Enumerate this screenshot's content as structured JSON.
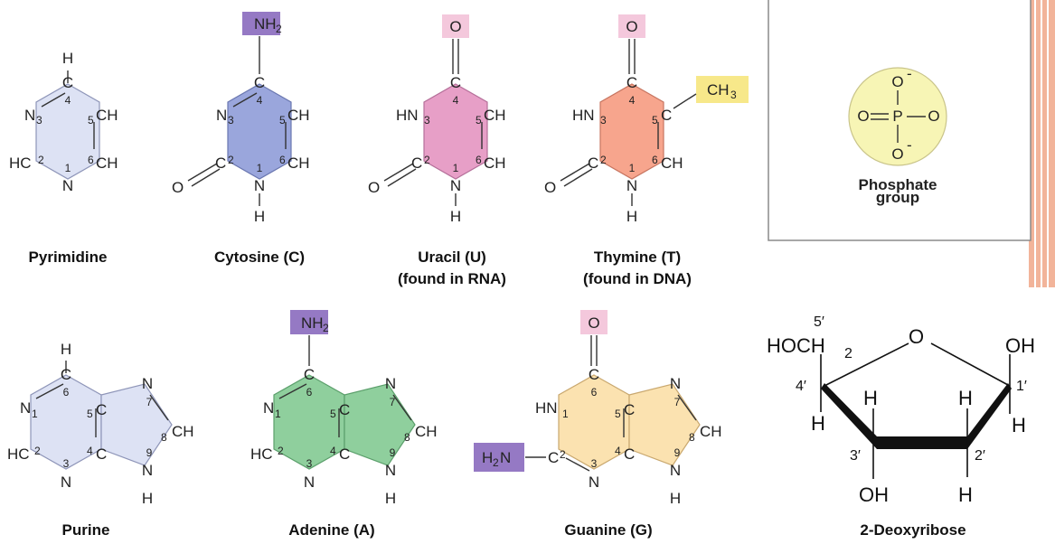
{
  "colors": {
    "pyrimidine": "#dde2f4",
    "cytosine": "#9aa6dc",
    "uracil": "#e79fc7",
    "thymine": "#f7a58d",
    "purine": "#dde2f4",
    "adenine": "#8fcf9d",
    "guanine": "#fbe2b0",
    "nh2_box": "#9579c4",
    "o_box": "#f4c8dc",
    "ch3_box": "#f7e88a",
    "phosphate": "#f7f5b5",
    "stripe": "#f2b49a"
  },
  "labels": {
    "pyrimidine": "Pyrimidine",
    "cytosine": "Cytosine (C)",
    "uracil": "Uracil (U)",
    "uracil_note": "(found in RNA)",
    "thymine": "Thymine (T)",
    "thymine_note": "(found in DNA)",
    "purine": "Purine",
    "adenine": "Adenine (A)",
    "guanine": "Guanine (G)",
    "deoxyribose": "2-Deoxyribose",
    "phosphate_line1": "Phosphate",
    "phosphate_line2": "group"
  },
  "groups": {
    "nh2": "NH",
    "nh2_sub": "2",
    "h2n": "H",
    "h2n_sub": "2",
    "h2n_tail": "N",
    "o": "O",
    "ch3": "CH",
    "ch3_sub": "3"
  },
  "atoms": {
    "h": "H",
    "c": "C",
    "n": "N",
    "o": "O",
    "ch": "CH",
    "hc": "HC",
    "hn": "HN",
    "p": "P",
    "o_minus": "O",
    "minus": "-"
  },
  "ring_numbers": {
    "one": "1",
    "two": "2",
    "three": "3",
    "four": "4",
    "five": "5",
    "six": "6",
    "seven": "7",
    "eight": "8",
    "nine": "9"
  },
  "sugar": {
    "hoch": "HOCH",
    "hoch_sub": "2",
    "five_prime": "5′",
    "four_prime": "4′",
    "three_prime": "3′",
    "two_prime": "2′",
    "one_prime": "1′",
    "ring_o": "O",
    "oh": "OH",
    "h": "H"
  }
}
